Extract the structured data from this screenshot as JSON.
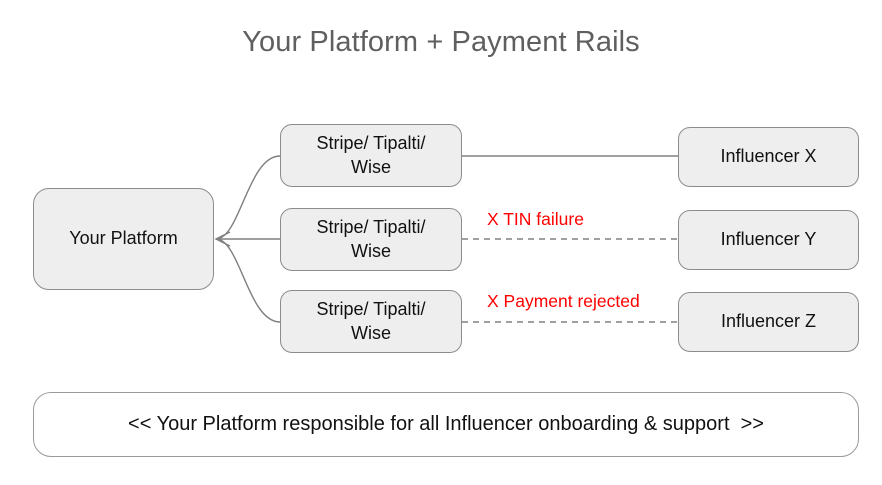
{
  "diagram": {
    "title": "Your Platform + Payment Rails",
    "platform": {
      "label": "Your Platform"
    },
    "rails": [
      {
        "id": "rail-1",
        "label": "Stripe/ Tipalti/\nWise"
      },
      {
        "id": "rail-2",
        "label": "Stripe/ Tipalti/\nWise"
      },
      {
        "id": "rail-3",
        "label": "Stripe/ Tipalti/\nWise"
      }
    ],
    "influencers": [
      {
        "id": "influencer-x",
        "label": "Influencer X"
      },
      {
        "id": "influencer-y",
        "label": "Influencer Y"
      },
      {
        "id": "influencer-z",
        "label": "Influencer Z"
      }
    ],
    "connections": [
      {
        "id": "conn-1",
        "style": "solid",
        "status": "ok",
        "error": ""
      },
      {
        "id": "conn-2",
        "style": "dashed",
        "status": "failed",
        "error": "X TIN failure"
      },
      {
        "id": "conn-3",
        "style": "dashed",
        "status": "failed",
        "error": "X Payment rejected"
      }
    ],
    "errors": {
      "tin_failure": "X TIN failure",
      "payment_rejected": "X Payment rejected"
    },
    "banner": {
      "text": "<< Your Platform responsible for all Influencer onboarding & support  >>"
    },
    "colors": {
      "title": "#5f5f5f",
      "node_fill": "#eeeeee",
      "node_border": "#8c8c8c",
      "connector": "#808080",
      "error": "#ff0000",
      "banner_border": "#9a9a9a",
      "background": "#ffffff"
    }
  }
}
